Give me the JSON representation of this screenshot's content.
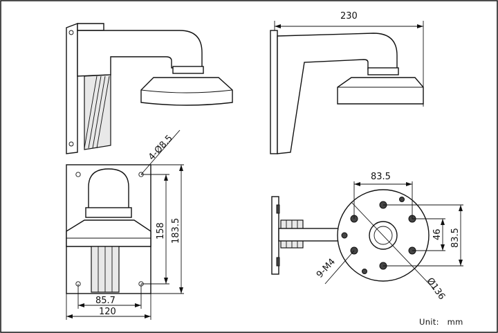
{
  "dims": {
    "side_width": "230",
    "hole_spec": "4-Ø8.5",
    "front_inner_height": "158",
    "front_outer_height": "183.5",
    "front_inner_width": "85.7",
    "front_outer_width": "120",
    "base_width": "83.5",
    "base_inner_height": "46",
    "base_outer_height": "83.5",
    "screw_spec": "9-M4",
    "base_diameter": "Ø136"
  },
  "unit_label": "Unit:   mm"
}
